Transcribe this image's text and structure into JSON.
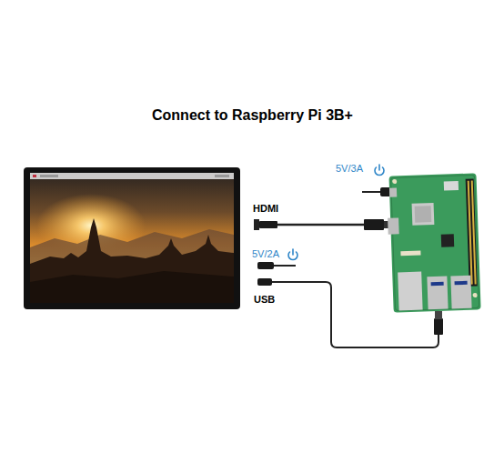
{
  "diagram": {
    "title": "Connect to Raspberry Pi 3B+",
    "labels": [
      "5V/3A",
      "HDMI",
      "5V/2A",
      "USB"
    ]
  }
}
